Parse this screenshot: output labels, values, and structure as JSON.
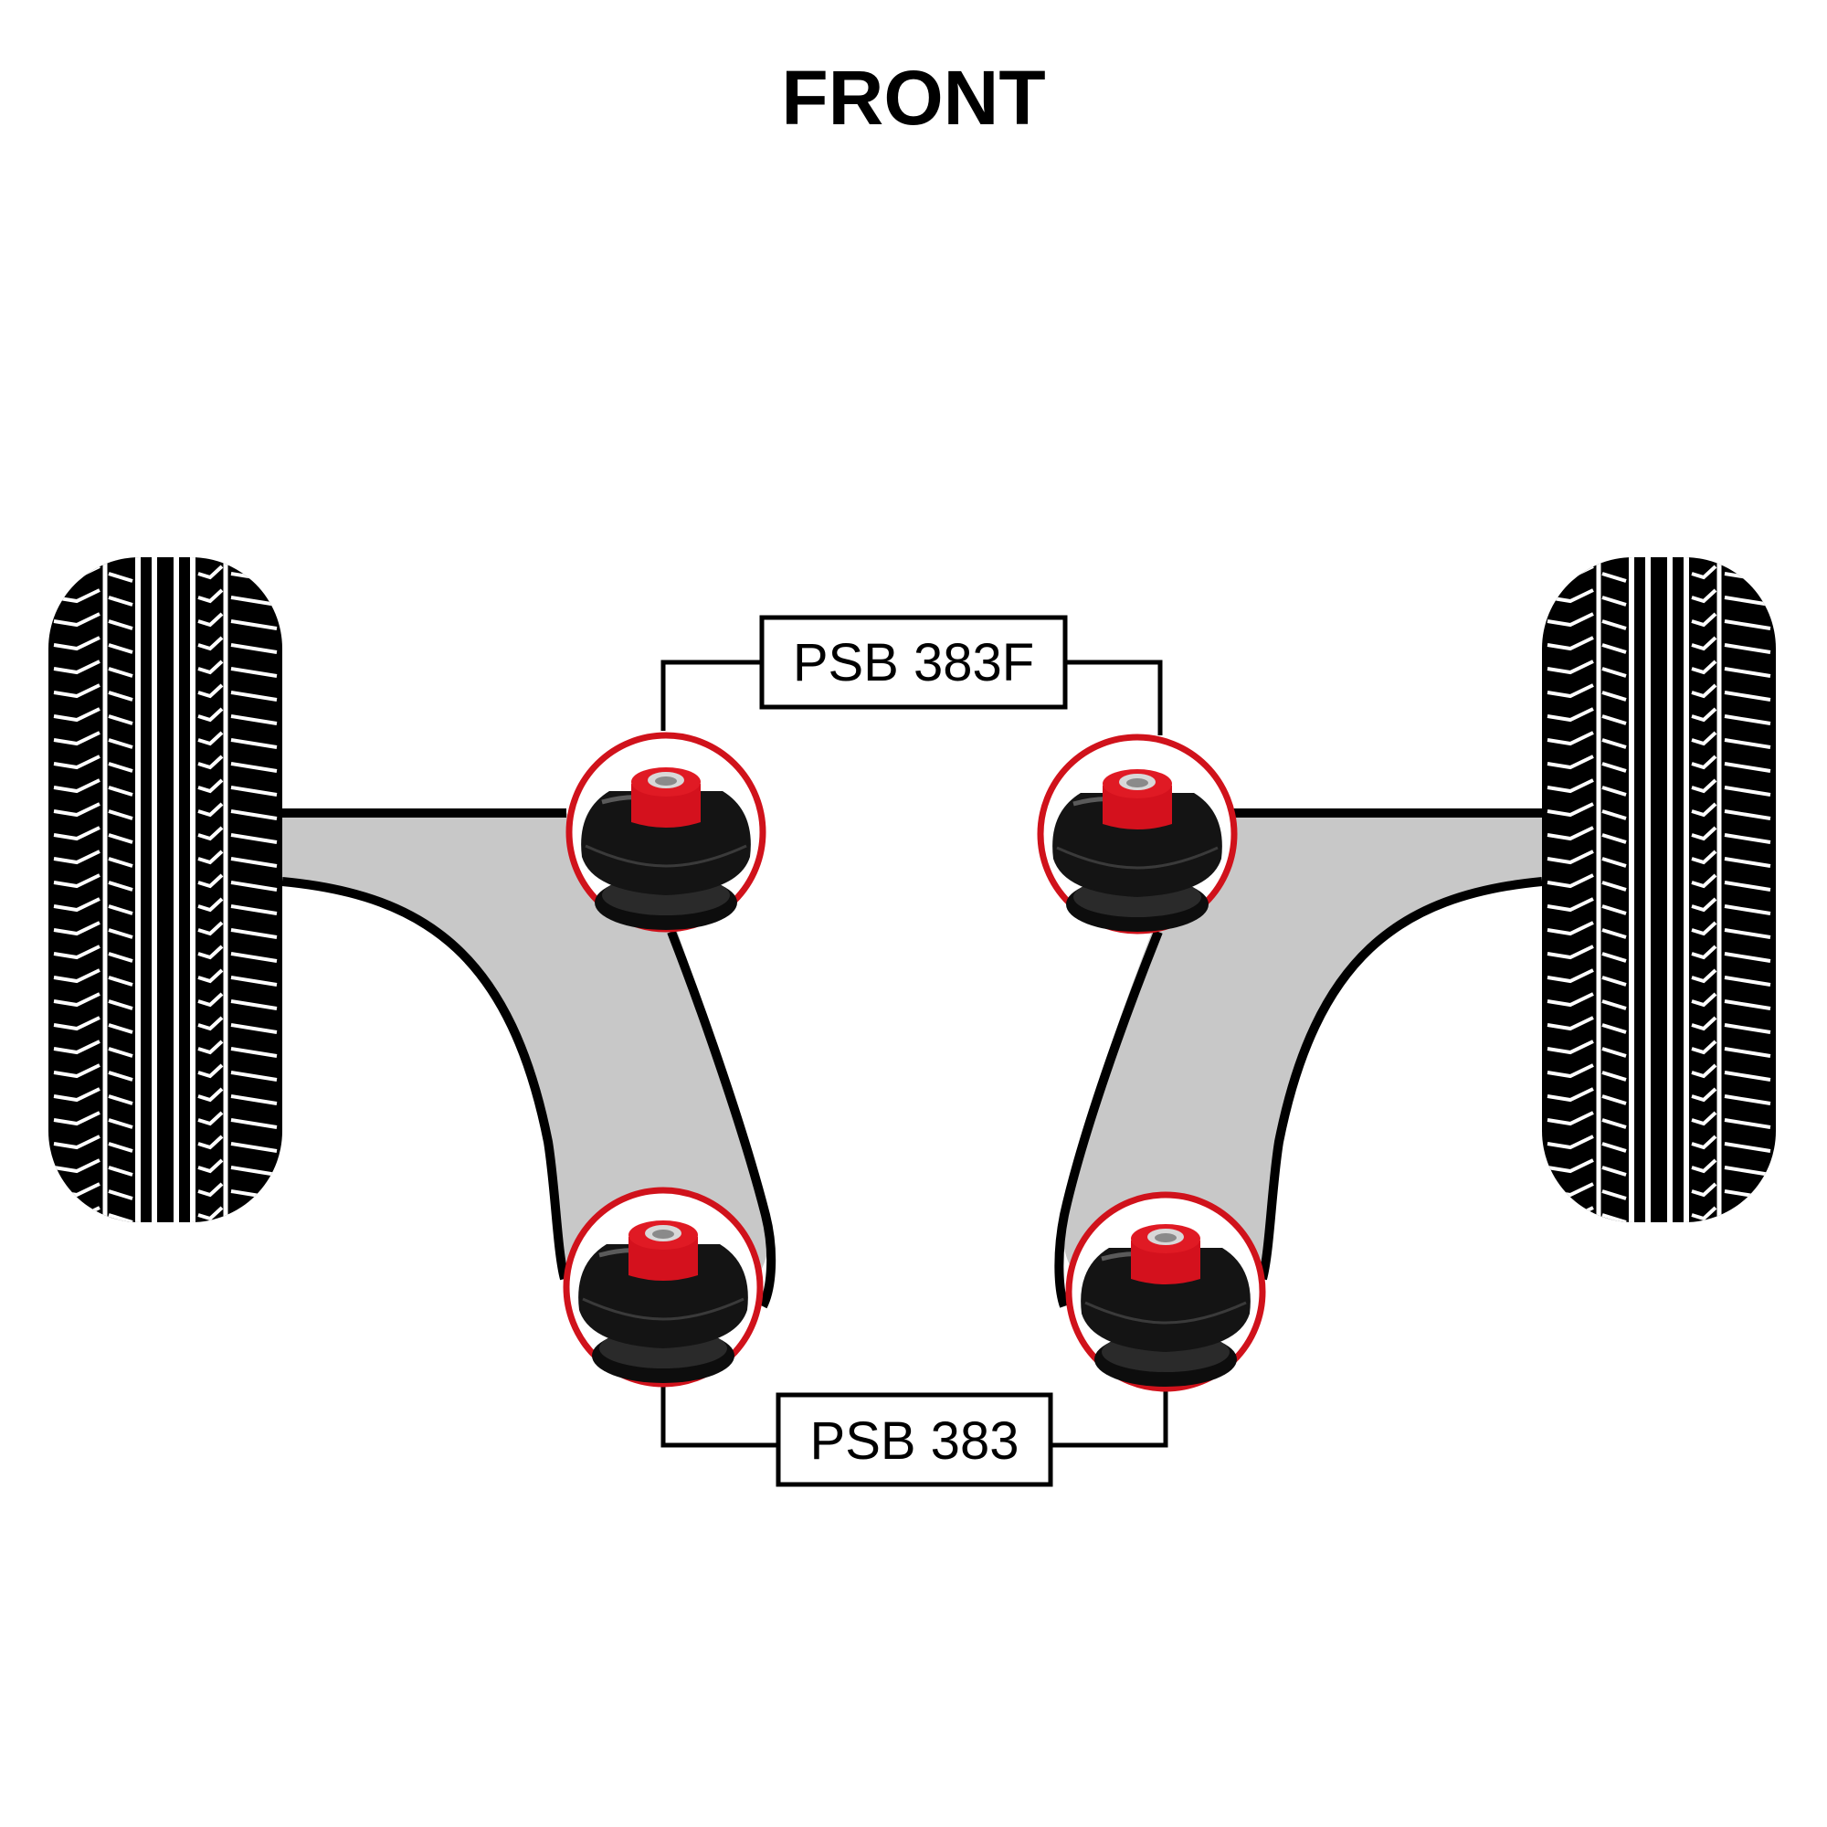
{
  "title": "FRONT",
  "labels": {
    "front_pair": "PSB 383F",
    "rear_pair": "PSB 383"
  },
  "colors": {
    "arm_fill": "#c8c8c8",
    "outline": "#000000",
    "callout_ring": "#d0121b",
    "bush_red": "#d4111d",
    "bush_black": "#111111",
    "tyre": "#000000",
    "background": "#ffffff"
  },
  "icons": {
    "left_wheel": "tyre-tread-icon",
    "right_wheel": "tyre-tread-icon",
    "bush": "polyurethane-bush-icon"
  }
}
